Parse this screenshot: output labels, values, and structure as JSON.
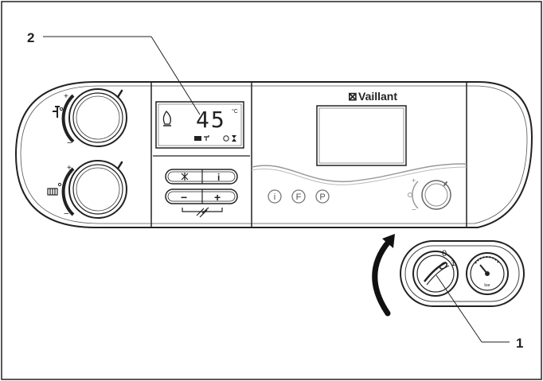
{
  "callouts": {
    "label_2": "2",
    "label_1": "1"
  },
  "display": {
    "temperature": "45",
    "unit": "°C"
  },
  "brand": {
    "name": "Vaillant",
    "logo_mark": "⊠"
  },
  "buttons": {
    "chimney_sweep": "",
    "info": "i",
    "minus": "−",
    "plus": "+"
  },
  "service_buttons": {
    "info": "i",
    "fault": "F",
    "program": "P"
  },
  "main_switch": {
    "off_label": "0",
    "on_label": "1"
  },
  "pressure_gauge": {
    "unit": "bar"
  },
  "control_symbols": {
    "knob_plus": "+",
    "knob_minus": "−",
    "dhw_knob_plus": "+",
    "dhw_knob_minus": "−",
    "heat_knob_plus": "+",
    "heat_knob_minus": "−"
  },
  "colors": {
    "ink": "#1a1a1a",
    "panel": "#ffffff",
    "border": "#222222"
  }
}
